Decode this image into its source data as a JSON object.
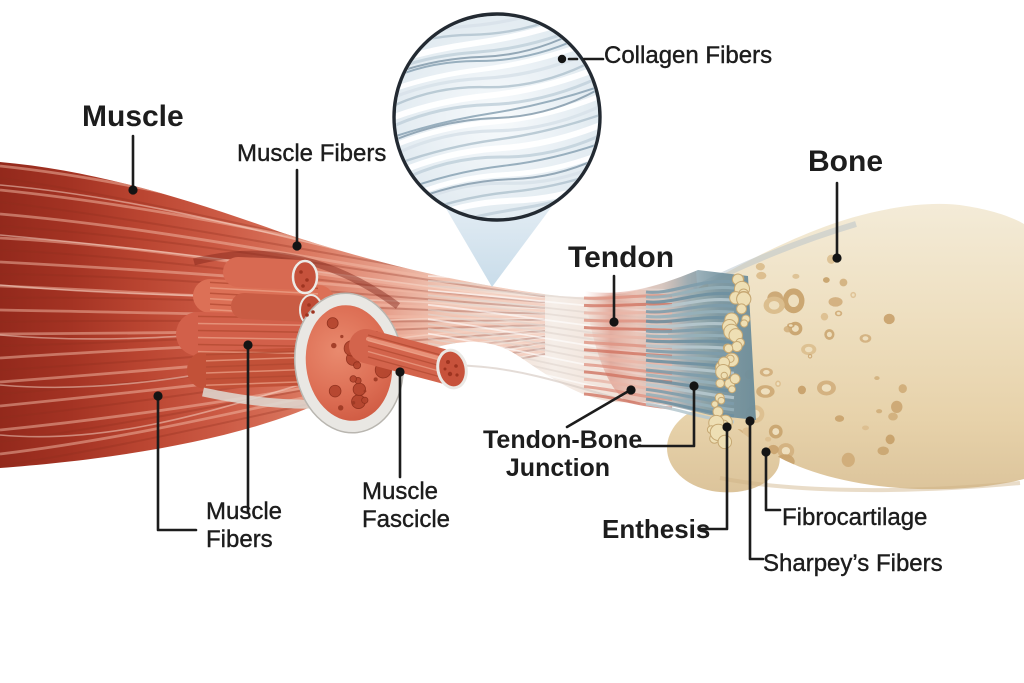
{
  "figure": {
    "labels": {
      "muscle": "Muscle",
      "muscle_fibers_top": "Muscle Fibers",
      "collagen_fibers": "Collagen Fibers",
      "tendon": "Tendon",
      "bone": "Bone",
      "muscle_fibers_bottom": {
        "line1": "Muscle",
        "line2": "Fibers"
      },
      "muscle_fascicle": {
        "line1": "Muscle",
        "line2": "Fascicle"
      },
      "tendon_bone_junction": {
        "line1": "Tendon-Bone",
        "line2": "Junction"
      },
      "enthesis": "Enthesis",
      "fibrocartilage": "Fibrocartilage",
      "sharpeys_fibers": "Sharpey’s Fibers"
    },
    "palette": {
      "muscle_red": "#c14a36",
      "muscle_dark_red": "#93291c",
      "fascicle_orange": "#d2604a",
      "tendon_white": "#f5eee8",
      "junction_teal": "#7d9cab",
      "fibrocartilage_cream": "#eedfb4",
      "bone_beige": "#ecdcbd",
      "bone_pore": "#d0ad7a",
      "magnifier_fiber_blue": "#b7c8d3",
      "magnifier_cone_blue": "#cfe0ec",
      "leader_line": "#1c1c1c",
      "label_text": "#1d1d1d",
      "background": "#ffffff"
    }
  }
}
